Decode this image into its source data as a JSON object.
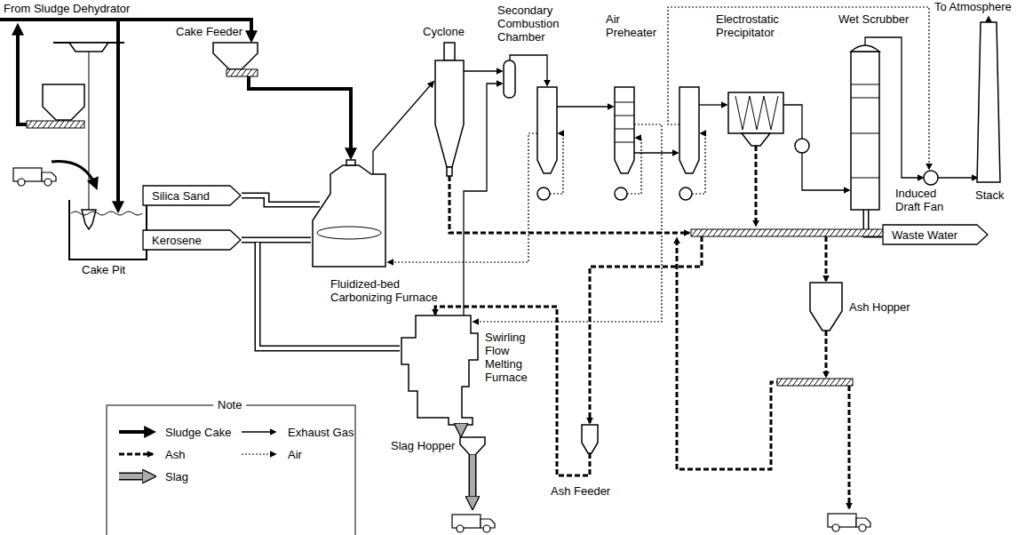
{
  "diagram": {
    "nodes": [
      {
        "text": [
          "Silica Sand"
        ]
      },
      {
        "text": [
          "Kerosene"
        ]
      },
      {
        "text": [
          "Waste Water"
        ]
      }
    ],
    "labels": [
      "From Sludge Dehydrator",
      "To Atmosphere",
      "Cake Feeder",
      "Cyclone",
      "Secondary Combustion Chamber",
      "Air Preheater",
      "Electrostatic Precipitator",
      "Wet Scrubber",
      "Cake Pit",
      "Fluidized-bed Carbonizing Furnace",
      "Induced Draft Fan",
      "Stack",
      "Swirling Flow Melting Furnace",
      "Ash Hopper",
      "Slag Hopper",
      "Ash Feeder",
      "Note"
    ],
    "legend": [
      {
        "text": "Sludge Cake"
      },
      {
        "text": "Exhaust Gas"
      },
      {
        "text": "Ash"
      },
      {
        "text": "Air"
      },
      {
        "text": "Slag"
      }
    ]
  }
}
